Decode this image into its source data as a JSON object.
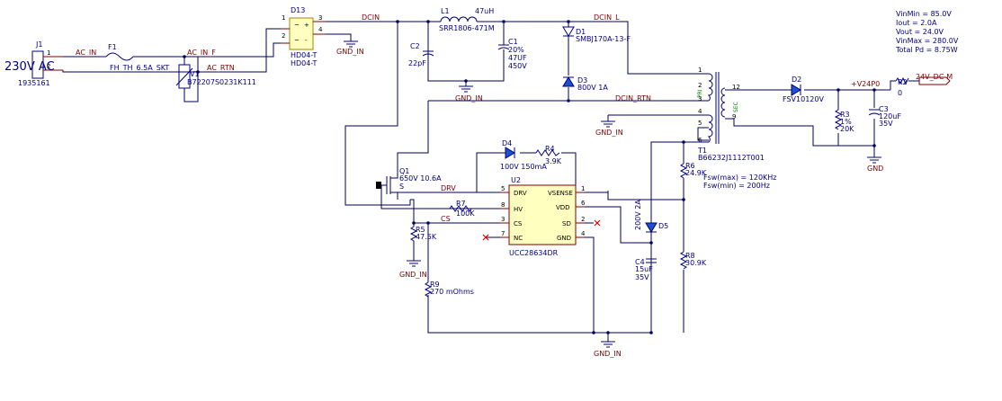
{
  "components": {
    "j1": {
      "ref": "J1",
      "part": "1935161",
      "label": "230V AC",
      "pins": [
        "1",
        "2"
      ]
    },
    "f1": {
      "ref": "F1",
      "value": "FH_TH_6.5A_SKT"
    },
    "v1": {
      "ref": "V1",
      "value": "B72207S0231K111"
    },
    "d13": {
      "ref": "D13",
      "value1": "HD04-T",
      "value2": "HD04-T",
      "pins": [
        "1",
        "2",
        "3",
        "4"
      ]
    },
    "l1": {
      "ref": "L1",
      "part": "SRR1806-471M",
      "value": "47uH"
    },
    "c2": {
      "ref": "C2",
      "value": "22pF"
    },
    "c1": {
      "ref": "C1",
      "tol": "20%",
      "value": "47UF",
      "volt": "450V"
    },
    "d1": {
      "ref": "D1",
      "value": "SMBJ170A-13-F"
    },
    "d3": {
      "ref": "D3",
      "value": "800V 1A"
    },
    "t1": {
      "ref": "T1",
      "part": "B66232J1112T001",
      "pri": "PRI",
      "sec": "SEC",
      "pins": [
        "1",
        "2",
        "3",
        "4",
        "5",
        "6",
        "9",
        "12"
      ]
    },
    "d2": {
      "ref": "D2",
      "value": "FSV10120V"
    },
    "r3": {
      "ref": "R3",
      "tol": "1%",
      "value": "20K"
    },
    "c3": {
      "ref": "C3",
      "value": "120uF",
      "volt": "35V"
    },
    "r2": {
      "ref": "R2",
      "value": "0"
    },
    "q1": {
      "ref": "Q1",
      "value": "650V 10.6A",
      "pin_s": "S"
    },
    "d4": {
      "ref": "D4",
      "value": "100V 150mA"
    },
    "r4": {
      "ref": "R4",
      "value": "3.9K"
    },
    "r7": {
      "ref": "R7",
      "value": "100K"
    },
    "r5": {
      "ref": "R5",
      "value": "47.5K"
    },
    "r9": {
      "ref": "R9",
      "value": "270 mOhms"
    },
    "r6": {
      "ref": "R6",
      "value": "24.9K"
    },
    "d5": {
      "ref": "D5",
      "value": "200V 2A"
    },
    "c4": {
      "ref": "C4",
      "value": "15uF",
      "volt": "35V"
    },
    "r8": {
      "ref": "R8",
      "value": "30.9K"
    },
    "u2": {
      "ref": "U2",
      "part": "UCC28634DR",
      "pins_left": [
        {
          "num": "5",
          "name": "DRV"
        },
        {
          "num": "8",
          "name": "HV"
        },
        {
          "num": "3",
          "name": "CS"
        },
        {
          "num": "7",
          "name": "NC"
        }
      ],
      "pins_right": [
        {
          "num": "1",
          "name": "VSENSE"
        },
        {
          "num": "6",
          "name": "VDD"
        },
        {
          "num": "2",
          "name": "SD"
        },
        {
          "num": "4",
          "name": "GND"
        }
      ]
    }
  },
  "nets": {
    "ac_in": "AC_IN",
    "ac_in_f": "AC_IN_F",
    "ac_rtn": "AC_RTN",
    "dcin": "DCIN",
    "dcin_l": "DCIN_L",
    "dcin_rtn": "DCIN_RTN",
    "gnd_in": "GND_IN",
    "v24": "+V24P0",
    "out": "24V_DC-M",
    "gnd": "GND",
    "drv": "DRV",
    "cs": "CS"
  },
  "specs": [
    "VinMin = 85.0V",
    "Iout = 2.0A",
    "Vout = 24.0V",
    "VinMax = 280.0V",
    "Total Pd = 8.75W"
  ],
  "fsw": [
    "Fsw(max) = 120KHz",
    "Fsw(min) = 200Hz"
  ]
}
